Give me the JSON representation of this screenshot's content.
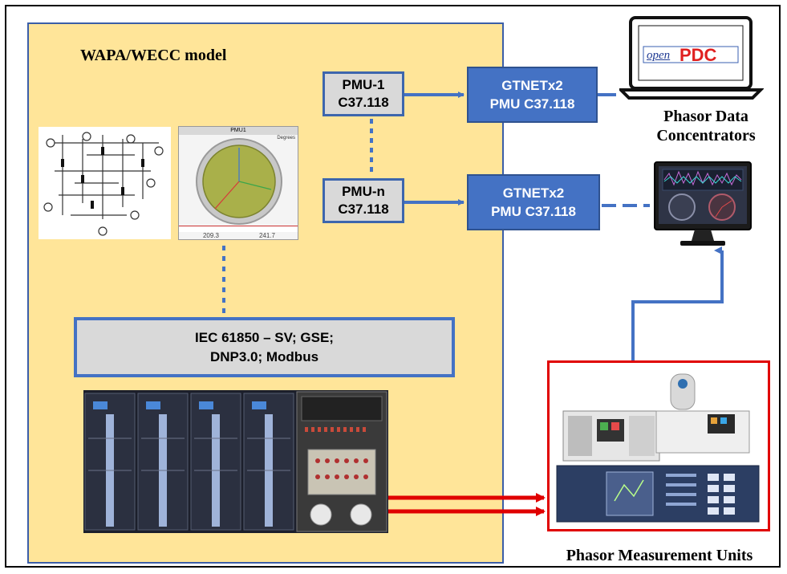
{
  "model": {
    "title": "WAPA/WECC model"
  },
  "pmu1": {
    "line1": "PMU-1",
    "line2": "C37.118"
  },
  "pmun": {
    "line1": "PMU-n",
    "line2": "C37.118"
  },
  "gtnet1": {
    "line1": "GTNETx2",
    "line2": "PMU C37.118"
  },
  "gtnet2": {
    "line1": "GTNETx2",
    "line2": "PMU C37.118"
  },
  "iec": {
    "line1": "IEC 61850 – SV; GSE;",
    "line2": "DNP3.0; Modbus"
  },
  "pdc": {
    "line1": "Phasor Data",
    "line2": "Concentrators",
    "logo_open": "open",
    "logo_pdc": "PDC"
  },
  "pmu_units": {
    "label": "Phasor Measurement Units"
  },
  "phasor_panel": {
    "title": "PMU1",
    "unit": "Degrees",
    "value_left": "209.3",
    "value_right": "241.7"
  },
  "colors": {
    "model_bg": "#ffe599",
    "box_blue": "#4472c4",
    "arrow_blue": "#4472c4",
    "arrow_red": "#e00000"
  }
}
